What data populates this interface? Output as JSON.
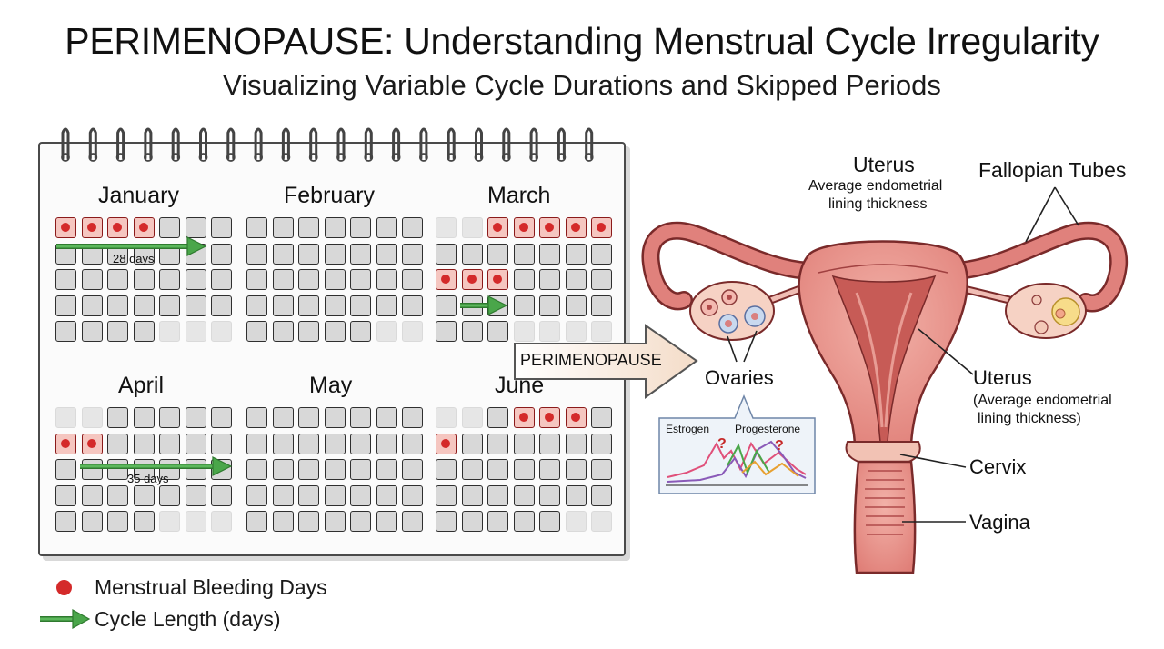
{
  "title": "PERIMENOPAUSE: Understanding Menstrual Cycle Irregularity",
  "subtitle": "Visualizing Variable Cycle Durations and Skipped Periods",
  "calendar": {
    "months": [
      "January",
      "February",
      "March",
      "April",
      "May",
      "June"
    ],
    "cycles": [
      "28 days",
      "35 days"
    ]
  },
  "legend": {
    "bleeding": "Menstrual Bleeding Days",
    "cycle_length": "Cycle Length (days)"
  },
  "transition_label": "PERIMENOPAUSE",
  "hormones": {
    "estrogen": "Estrogen",
    "progesterone": "Progesterone",
    "unknown_mark": "?"
  },
  "anatomy": {
    "uterus_top": "Uterus",
    "uterus_top_sub1": "Average endometrial",
    "uterus_top_sub2": "lining thickness",
    "fallopian_tubes": "Fallopian Tubes",
    "ovaries": "Ovaries",
    "uterus_side": "Uterus",
    "uterus_side_sub1": "(Average endometrial",
    "uterus_side_sub2": "lining thickness)",
    "cervix": "Cervix",
    "vagina": "Vagina"
  },
  "colors": {
    "bleeding_dot": "#d42a2a",
    "cycle_arrow": "#3f9a3f",
    "tissue": "#e0817c",
    "tissue_dark": "#c9615c",
    "outline": "#7a2a2a"
  }
}
